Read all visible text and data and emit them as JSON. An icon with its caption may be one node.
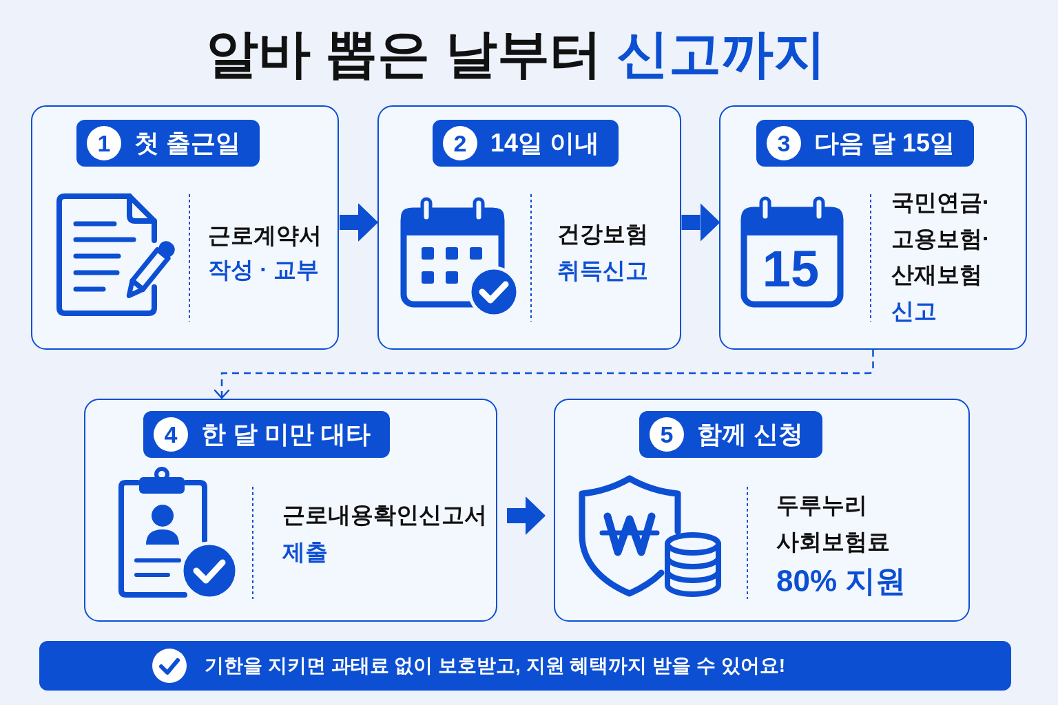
{
  "diagram": {
    "title": "알바 뽑은 날부터 **신고까지**",
    "nodes": [
      {
        "text": [
          "근로계약서",
          "작성 · 교부"
        ]
      },
      {
        "text": [
          "1",
          "첫 출근일"
        ],
        "in": 0
      },
      {
        "text": [
          "건강보험",
          "취득신고"
        ]
      },
      {
        "text": [
          "2",
          "14일 이내"
        ],
        "in": 2
      },
      {
        "text": [
          "국민연금· 고용보험· 산재보험",
          "신고"
        ]
      },
      {
        "text": [
          "3",
          "다음 달 15일"
        ],
        "in": 4
      },
      {
        "text": [
          "근로내용확인신고서",
          "제출"
        ]
      },
      {
        "text": [
          "4",
          "한 달 미만 대타"
        ],
        "in": 6
      },
      {
        "text": [
          "두루누리 사회보험료",
          "80% 지원"
        ]
      },
      {
        "text": [
          "5",
          "함께 신청"
        ],
        "in": 8
      },
      {
        "text": [
          "기한을 지키면 과태료 없이 보호받고, 지원 혜택까지 받을 수 있어요!"
        ]
      }
    ],
    "edges": [
      {
        "from": 0,
        "to": 2,
        "arrow": "to"
      },
      {
        "from": 2,
        "to": 4,
        "arrow": "to"
      },
      {
        "from": 4,
        "to": 6,
        "arrow": "to",
        "style": "dashed"
      },
      {
        "from": 6,
        "to": 8,
        "arrow": "to"
      }
    ],
    "labels": [
      "15"
    ]
  }
}
